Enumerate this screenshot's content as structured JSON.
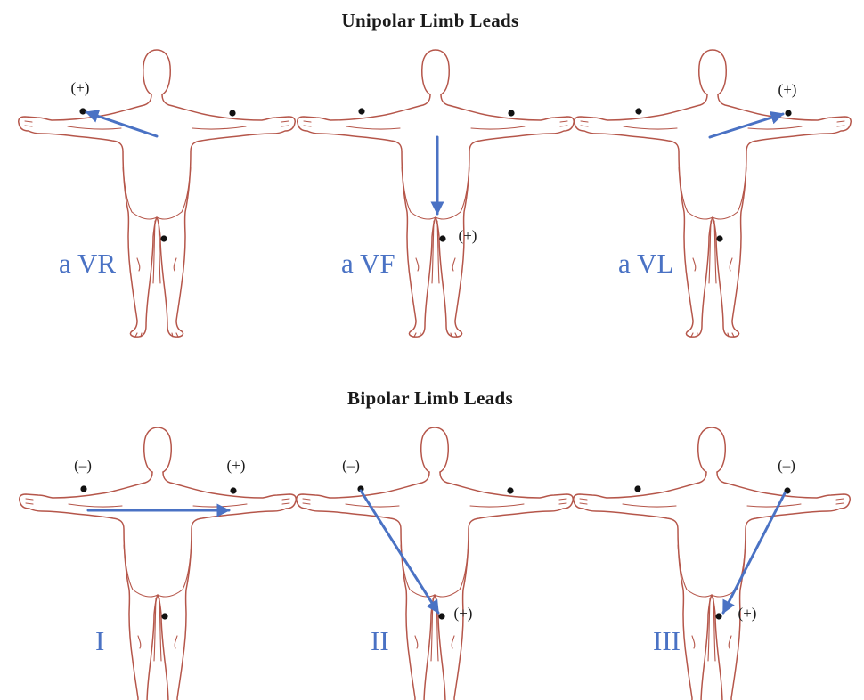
{
  "headings": {
    "unipolar": "Unipolar Limb Leads",
    "bipolar": "Bipolar Limb Leads"
  },
  "colors": {
    "outline": "#b5564a",
    "arrow": "#4a72c4",
    "label": "#4a72c4",
    "electrode": "#111111"
  },
  "electrode_sites": [
    "right-arm",
    "left-arm",
    "left-leg"
  ],
  "panels": [
    {
      "id": "avr",
      "label": "a VR",
      "from": "chest",
      "to": "right-arm",
      "positive": "(+)",
      "negative": ""
    },
    {
      "id": "avf",
      "label": "a VF",
      "from": "chest",
      "to": "left-leg",
      "positive": "(+)",
      "negative": ""
    },
    {
      "id": "avl",
      "label": "a VL",
      "from": "chest",
      "to": "left-arm",
      "positive": "(+)",
      "negative": ""
    },
    {
      "id": "lead-i",
      "label": "I",
      "from": "right-arm",
      "to": "left-arm",
      "positive": "(+)",
      "negative": "(–)"
    },
    {
      "id": "lead-ii",
      "label": "II",
      "from": "right-arm",
      "to": "left-leg",
      "positive": "(+)",
      "negative": "(–)"
    },
    {
      "id": "lead-iii",
      "label": "III",
      "from": "left-arm",
      "to": "left-leg",
      "positive": "(+)",
      "negative": "(–)"
    }
  ]
}
